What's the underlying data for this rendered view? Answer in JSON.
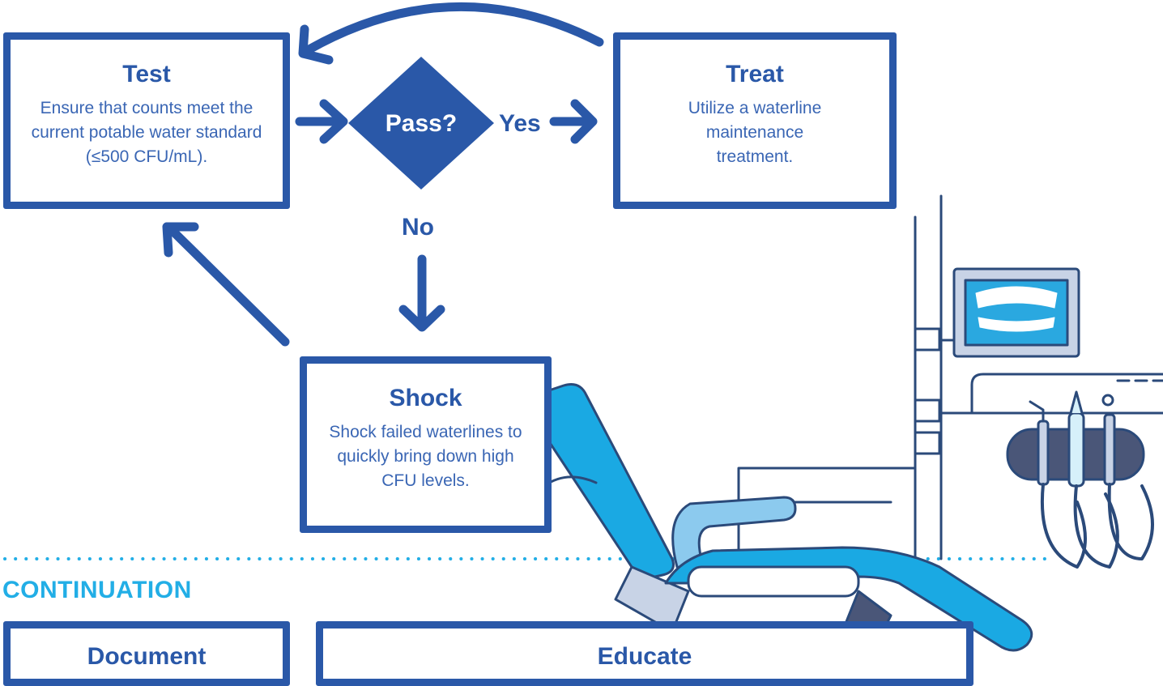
{
  "flow": {
    "test": {
      "title": "Test",
      "text": "Ensure that counts meet the current potable water standard (≤500 CFU/mL)."
    },
    "treat": {
      "title": "Treat",
      "text": "Utilize a waterline maintenance treatment."
    },
    "shock": {
      "title": "Shock",
      "text": "Shock failed waterlines to quickly bring down high CFU levels."
    },
    "decision": {
      "label": "Pass?",
      "yes": "Yes",
      "no": "No"
    }
  },
  "continuation": {
    "heading": "CONTINUATION",
    "document_title": "Document",
    "educate_title": "Educate"
  },
  "colors": {
    "primary": "#2a58a8",
    "accent": "#22aee6",
    "chair_blue": "#1aa9e3",
    "dark_slate": "#4a5678"
  },
  "illustration": {
    "name": "dental-chair-illustration"
  }
}
